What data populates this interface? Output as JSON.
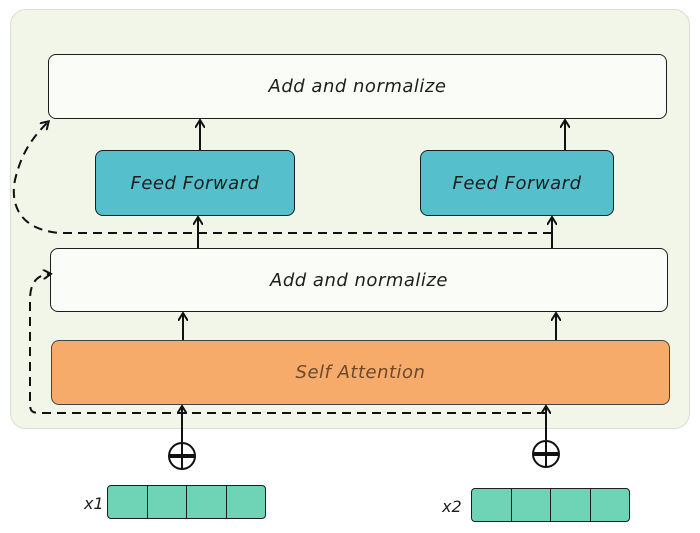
{
  "top_norm": {
    "label": "Add and normalize"
  },
  "feed_forward_left": {
    "label": "Feed Forward"
  },
  "feed_forward_right": {
    "label": "Feed Forward"
  },
  "mid_norm": {
    "label": "Add and normalize"
  },
  "self_attention": {
    "label": "Self Attention"
  },
  "inputs": [
    {
      "label": "x1",
      "cells": 4
    },
    {
      "label": "x2",
      "cells": 4
    }
  ],
  "colors": {
    "panel": "#f1f6e9",
    "feed_forward": "#55c0cc",
    "self_attention": "#f7ab6a",
    "embedding": "#6fd3b5"
  }
}
